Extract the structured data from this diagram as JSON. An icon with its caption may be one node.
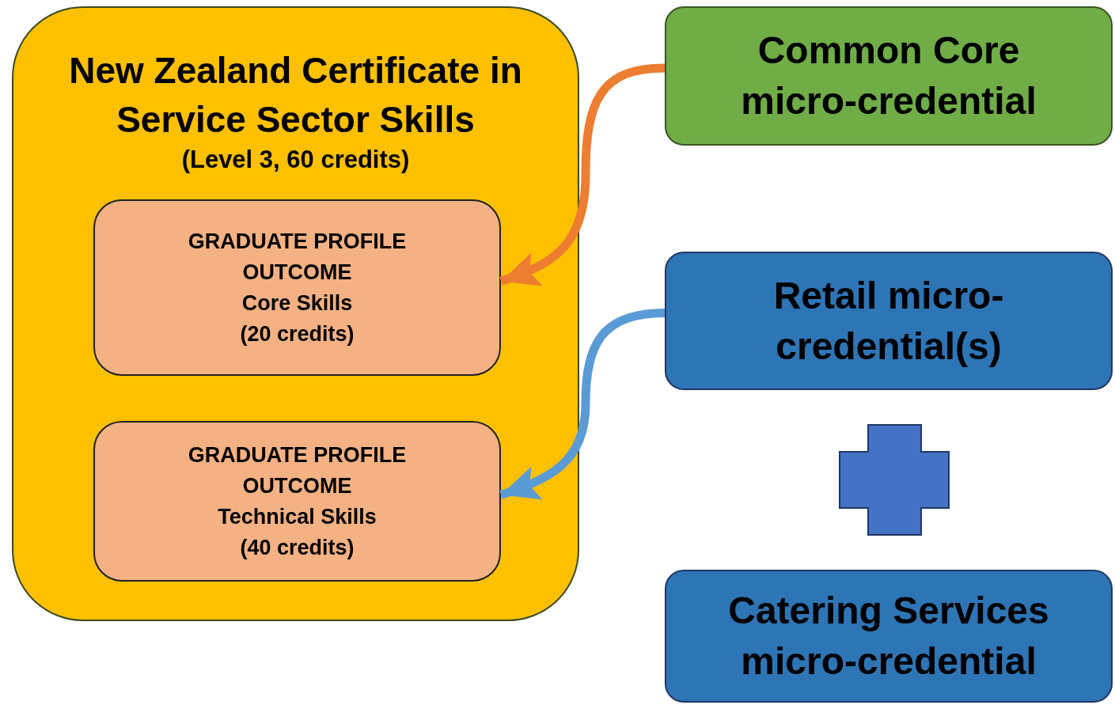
{
  "diagram": {
    "nodes": [
      {
        "text": [
          "New Zealand Certificate in Service Sector Skills",
          "(Level 3, 60 credits)"
        ]
      },
      {
        "text": [
          "GRADUATE PROFILE OUTCOME",
          "Core Skills",
          "(20 credits)"
        ],
        "in": 0
      },
      {
        "text": [
          "GRADUATE PROFILE OUTCOME",
          "Technical Skills",
          "(40 credits)"
        ],
        "in": 0
      },
      {
        "text": [
          "Common Core micro-credential"
        ]
      },
      {
        "text": [
          "Retail micro-credential(s)"
        ]
      },
      {
        "text": [
          "Catering Services micro-credential"
        ]
      }
    ],
    "edges": [
      {
        "from": 3,
        "to": 1,
        "arrow": "to",
        "color": "#ed7d31"
      },
      {
        "from": 4,
        "to": 2,
        "arrow": "to",
        "color": "#5b9bd5"
      }
    ]
  }
}
